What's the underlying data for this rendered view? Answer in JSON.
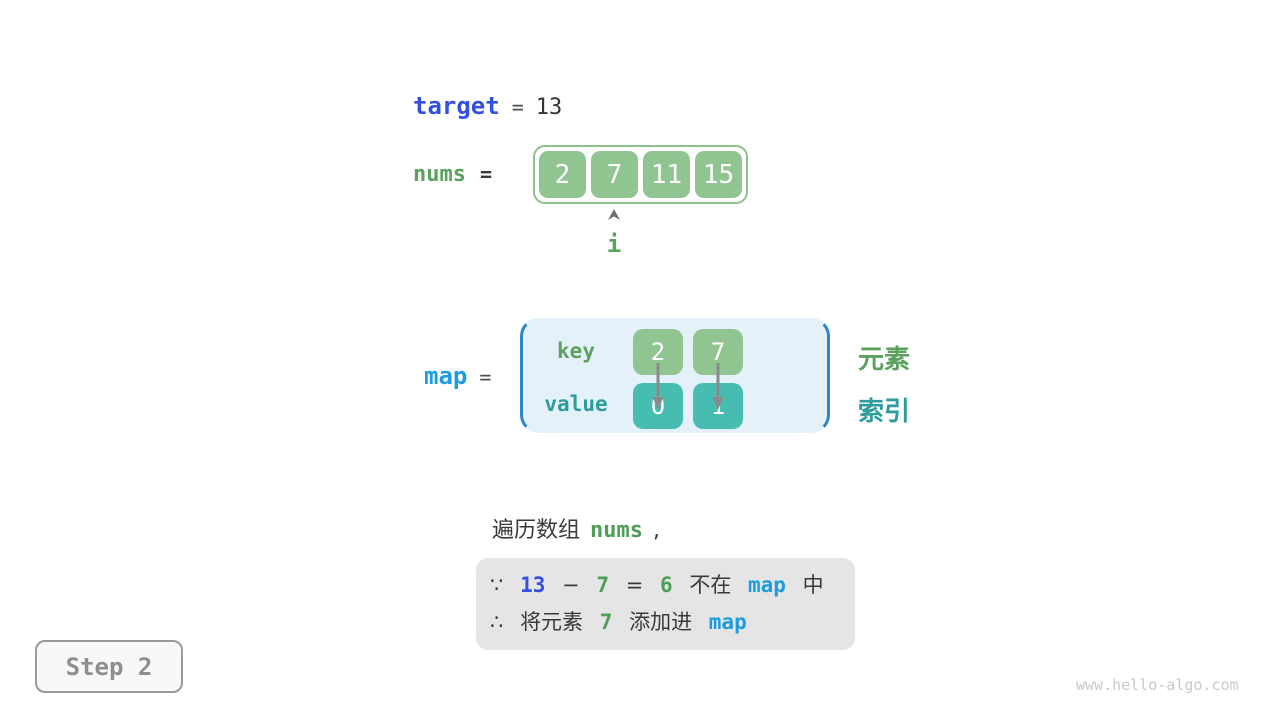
{
  "colors": {
    "accent_blue": "#3350e0",
    "accent_light_blue": "#1e9ce0",
    "accent_green_text": "#5ba25f",
    "accent_teal_text": "#2e9c9c",
    "fill_green": "#90c591",
    "fill_teal": "#47bdb2",
    "map_background": "#e4f1f9",
    "map_bracket": "#2e86c4",
    "reason_background": "#e5e5e5",
    "text_dark": "#3a3a3a"
  },
  "icons": {
    "pointer": "caret-up-icon",
    "mapping": "arrow-down-icon"
  },
  "target_line": {
    "label": "target",
    "equals": "=",
    "value": "13"
  },
  "nums_line": {
    "label": "nums",
    "equals": "=",
    "cells": [
      "2",
      "7",
      "11",
      "15"
    ],
    "pointer_label": "i"
  },
  "map_section": {
    "label": "map",
    "equals": "=",
    "key_label": "key",
    "value_label": "value",
    "entries": [
      {
        "key": "2",
        "value": "0"
      },
      {
        "key": "7",
        "value": "1"
      }
    ],
    "key_annotation": "元素",
    "value_annotation": "索引"
  },
  "caption": {
    "prefix": "遍历数组",
    "code": "nums",
    "suffix": ","
  },
  "reason_box": {
    "line1": {
      "because": "∵",
      "minuend": "13",
      "minus": "−",
      "subtrahend": "7",
      "equals": "=",
      "difference": "6",
      "not_in": "不在",
      "map": "map",
      "suffix": "中"
    },
    "line2": {
      "therefore": "∴",
      "prefix": "将元素",
      "element": "7",
      "action": "添加进",
      "map": "map"
    }
  },
  "step_badge": {
    "label": "Step 2"
  },
  "watermark": {
    "text": "www.hello-algo.com"
  }
}
